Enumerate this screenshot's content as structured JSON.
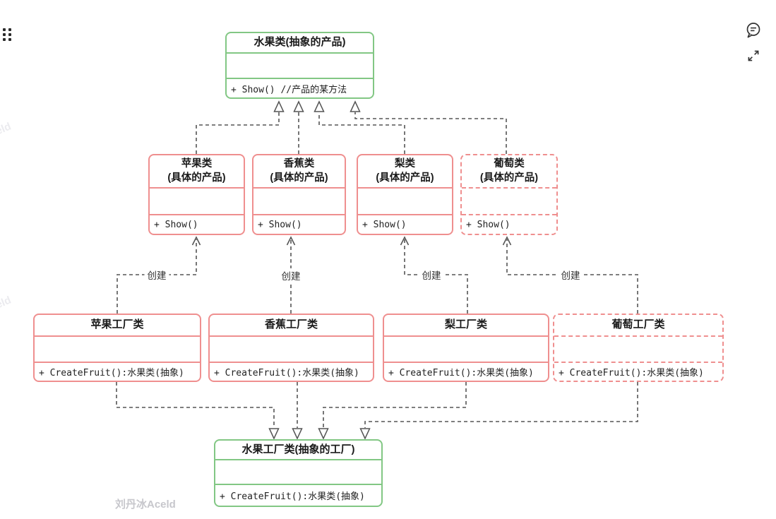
{
  "app": {
    "watermark": "刘丹冰Aceld",
    "watermark_fragment": "eld"
  },
  "icons": {
    "drag_handle": "drag-dots-icon",
    "comment": "comment-bubble-icon",
    "expand": "fullscreen-expand-icon"
  },
  "colors": {
    "abstract_border": "#82c784",
    "concrete_border": "#ef8f8f",
    "connector": "#555555",
    "watermark": "#c7c7cc"
  },
  "nodes": {
    "abstract_product": {
      "title": "水果类(抽象的产品)",
      "method": "+ Show() //产品的某方法"
    },
    "apple_product": {
      "title_line1": "苹果类",
      "title_line2": "(具体的产品)",
      "method": "+ Show()"
    },
    "banana_product": {
      "title_line1": "香蕉类",
      "title_line2": "(具体的产品)",
      "method": "+ Show()"
    },
    "pear_product": {
      "title_line1": "梨类",
      "title_line2": "(具体的产品)",
      "method": "+ Show()"
    },
    "grape_product": {
      "title_line1": "葡萄类",
      "title_line2": "(具体的产品)",
      "method": "+ Show()"
    },
    "apple_factory": {
      "title": "苹果工厂类",
      "method": "+ CreateFruit():水果类(抽象)"
    },
    "banana_factory": {
      "title": "香蕉工厂类",
      "method": "+ CreateFruit():水果类(抽象)"
    },
    "pear_factory": {
      "title": "梨工厂类",
      "method": "+ CreateFruit():水果类(抽象)"
    },
    "grape_factory": {
      "title": "葡萄工厂类",
      "method": "+ CreateFruit():水果类(抽象)"
    },
    "abstract_factory": {
      "title": "水果工厂类(抽象的工厂)",
      "method": "+ CreateFruit():水果类(抽象)"
    }
  },
  "edges": {
    "create": [
      {
        "from": "apple_factory",
        "to": "apple_product",
        "label": "创建"
      },
      {
        "from": "banana_factory",
        "to": "banana_product",
        "label": "创建"
      },
      {
        "from": "pear_factory",
        "to": "pear_product",
        "label": "创建"
      },
      {
        "from": "grape_factory",
        "to": "grape_product",
        "label": "创建"
      }
    ]
  }
}
